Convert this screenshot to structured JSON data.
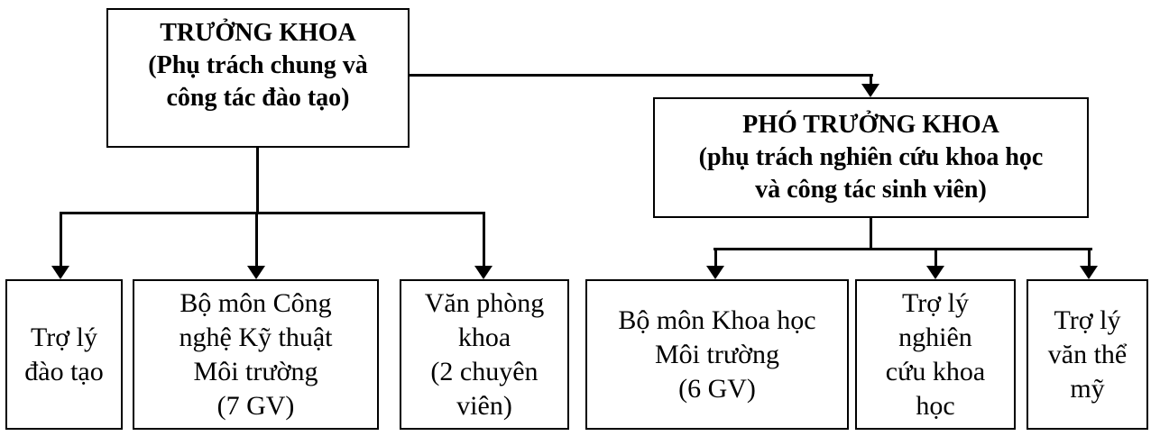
{
  "org_chart": {
    "background_color": "#ffffff",
    "line_color": "#000000",
    "text_color": "#000000",
    "box_border_color": "#000000",
    "nodes": {
      "dean": {
        "label": "TRƯỞNG KHOA\n(Phụ trách chung và\ncông tác đào tạo)"
      },
      "vice_dean": {
        "label": "PHÓ TRƯỞNG KHOA\n(phụ trách nghiên cứu khoa học\nvà công tác sinh viên)"
      },
      "dean_children": [
        {
          "label": "Trợ lý\nđào tạo"
        },
        {
          "label": "Bộ môn Công\nnghệ Kỹ thuật\nMôi trường\n(7 GV)"
        },
        {
          "label": "Văn phòng\nkhoa\n(2 chuyên\nviên)"
        }
      ],
      "vice_dean_children": [
        {
          "label": "Bộ môn Khoa học\nMôi trường\n(6 GV)"
        },
        {
          "label": "Trợ lý\nnghiên\ncứu khoa\nhọc"
        },
        {
          "label": "Trợ lý\nvăn thể\nmỹ"
        }
      ]
    }
  }
}
